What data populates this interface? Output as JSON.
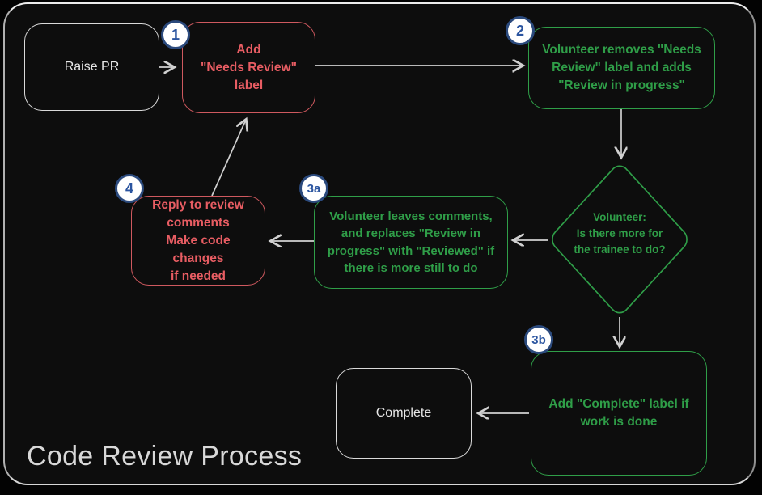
{
  "title": "Code Review Process",
  "colors": {
    "node_red": "#e85d63",
    "node_green": "#2f9e48",
    "node_white": "#e8e8e8",
    "badge_border": "#2b4a7d",
    "badge_text": "#2b55a0",
    "arrow": "#d0d0d0",
    "background": "#0d0d0d"
  },
  "nodes": {
    "raise_pr": {
      "label": "Raise PR"
    },
    "step1": {
      "badge": "1",
      "label": "Add\n\"Needs Review\"\nlabel"
    },
    "step2": {
      "badge": "2",
      "label": "Volunteer removes \"Needs\nReview\" label and adds\n\"Review in progress\""
    },
    "decision": {
      "label": "Volunteer:\nIs there more for\nthe trainee to do?"
    },
    "step3a": {
      "badge": "3a",
      "label": "Volunteer leaves comments,\nand replaces \"Review in\nprogress\" with \"Reviewed\" if\nthere is more still to do"
    },
    "step4": {
      "badge": "4",
      "label": "Reply to review\ncomments\nMake code changes\nif needed"
    },
    "step3b": {
      "badge": "3b",
      "label": "Add \"Complete\" label if\nwork is done"
    },
    "complete": {
      "label": "Complete"
    }
  }
}
